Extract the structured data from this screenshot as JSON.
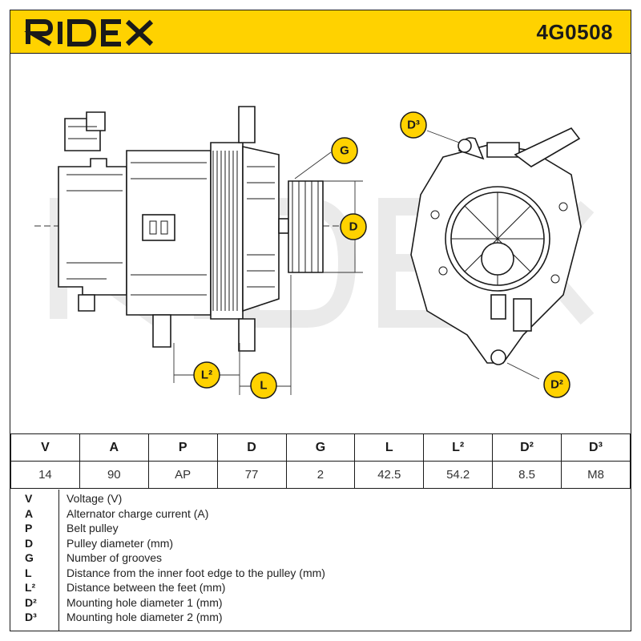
{
  "header": {
    "brand": "RIDEX",
    "part_number": "4G0508",
    "background_color": "#ffd200"
  },
  "drawing": {
    "badges": {
      "g": "G",
      "d": "D",
      "l2": "L²",
      "l": "L",
      "d3": "D³",
      "d2": "D²"
    }
  },
  "spec_table": {
    "headers": [
      "V",
      "A",
      "P",
      "D",
      "G",
      "L",
      "L²",
      "D²",
      "D³"
    ],
    "values": [
      "14",
      "90",
      "AP",
      "77",
      "2",
      "42.5",
      "54.2",
      "8.5",
      "M8"
    ]
  },
  "legend": [
    {
      "code": "V",
      "desc": "Voltage (V)"
    },
    {
      "code": "A",
      "desc": "Alternator charge current (A)"
    },
    {
      "code": "P",
      "desc": "Belt pulley"
    },
    {
      "code": "D",
      "desc": "Pulley diameter (mm)"
    },
    {
      "code": "G",
      "desc": "Number of grooves"
    },
    {
      "code": "L",
      "desc": "Distance from the inner foot edge to the pulley (mm)"
    },
    {
      "code": "L²",
      "desc": "Distance between the feet (mm)"
    },
    {
      "code": "D²",
      "desc": "Mounting hole diameter 1 (mm)"
    },
    {
      "code": "D³",
      "desc": "Mounting hole diameter 2 (mm)"
    }
  ]
}
